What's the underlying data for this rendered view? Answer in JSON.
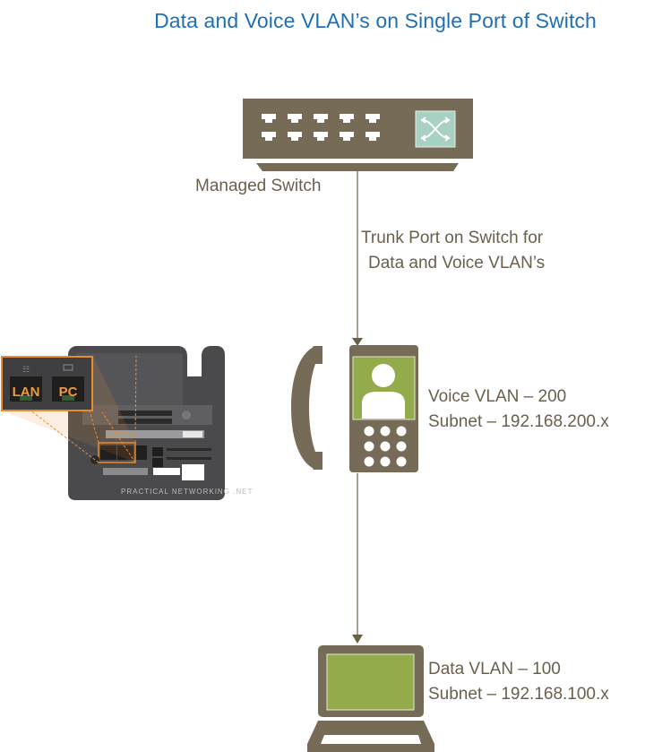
{
  "title": "Data and Voice VLAN’s on Single Port of Switch",
  "colors": {
    "title": "#1f6fb5",
    "device": "#766b56",
    "label": "#6b5f4c",
    "screen": "#93ab4b",
    "switch_icon_bg": "#a8d0c3",
    "highlight": "#e98b2f"
  },
  "switch": {
    "label": "Managed Switch",
    "port_rows": 2,
    "ports_per_row": 5,
    "icon": "switch-arrows-icon"
  },
  "trunk": {
    "line1": "Trunk Port on Switch for",
    "line2": "Data and Voice VLAN’s"
  },
  "phone": {
    "vlan_line": "Voice VLAN – 200",
    "subnet_line": "Subnet – 192.168.200.x",
    "icon": "ip-phone-icon"
  },
  "computer": {
    "vlan_line": "Data VLAN – 100",
    "subnet_line": "Subnet – 192.168.100.x",
    "icon": "laptop-icon"
  },
  "phone_photo": {
    "ports": [
      "LAN",
      "PC"
    ],
    "watermark": "PRACTICAL NETWORKING .NET"
  }
}
